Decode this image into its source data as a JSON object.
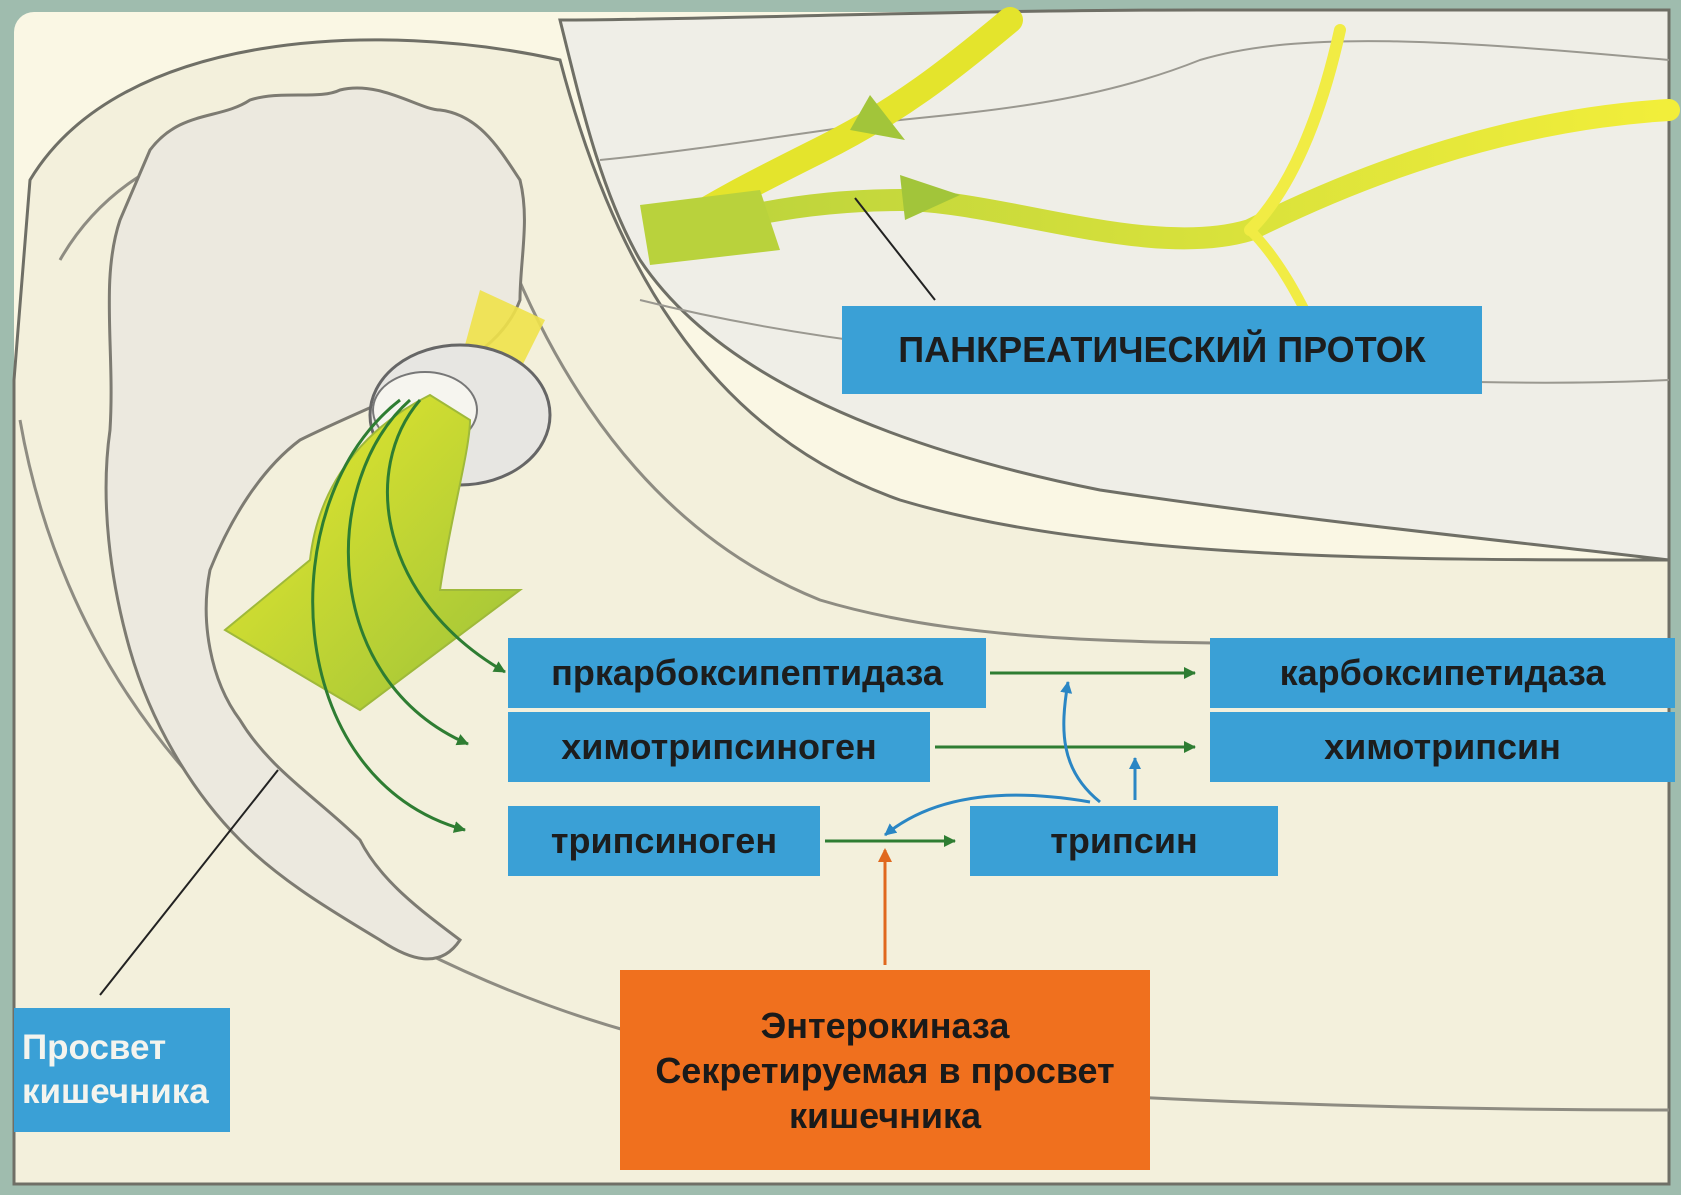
{
  "labels": {
    "pancreatic_duct": "ПАНКРЕАТИЧЕСКИЙ ПРОТОК",
    "procarboxypeptidase": "пркарбоксипептидаза",
    "carboxypeptidase": "карбоксипетидаза",
    "chymotrypsinogen": "химотрипсиноген",
    "chymotrypsin": "химотрипсин",
    "trypsinogen": "трипсиноген",
    "trypsin": "трипсин",
    "intestinal_lumen": {
      "line1": "Просвет",
      "line2": "кишечника"
    },
    "enterokinase": {
      "line1": "Энтерокиназа",
      "line2": "Секретируемая в просвет",
      "line3": "кишечника"
    }
  },
  "colors": {
    "background": "#faf7e4",
    "label_blue": "#3aa0d6",
    "label_orange": "#f0701e",
    "arrow_green": "#2e7d32",
    "arrow_blue": "#2a86c4",
    "arrow_orange": "#e0681e",
    "secretion_yellow": "#e6ea2a",
    "secretion_green": "#a9c73a"
  }
}
